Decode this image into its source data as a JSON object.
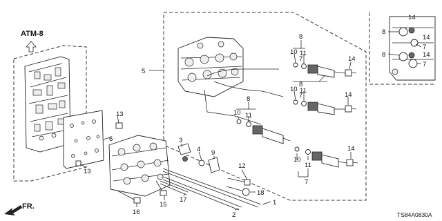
{
  "header": {
    "group_code": "ATM-8",
    "front_label": "FR.",
    "drawing_code": "TS84A0830A"
  },
  "callouts": [
    {
      "id": "c1",
      "label": "1"
    },
    {
      "id": "c2",
      "label": "2"
    },
    {
      "id": "c3",
      "label": "3"
    },
    {
      "id": "c4",
      "label": "4"
    },
    {
      "id": "c5",
      "label": "5"
    },
    {
      "id": "c6",
      "label": "6"
    },
    {
      "id": "c7a",
      "label": "7"
    },
    {
      "id": "c7b",
      "label": "7"
    },
    {
      "id": "c7c",
      "label": "7"
    },
    {
      "id": "c7d",
      "label": "7"
    },
    {
      "id": "c7e",
      "label": "7"
    },
    {
      "id": "c8a",
      "label": "8"
    },
    {
      "id": "c8b",
      "label": "8"
    },
    {
      "id": "c8c",
      "label": "8"
    },
    {
      "id": "c8d",
      "label": "8"
    },
    {
      "id": "c8e",
      "label": "8"
    },
    {
      "id": "c9",
      "label": "9"
    },
    {
      "id": "c10a",
      "label": "10"
    },
    {
      "id": "c10b",
      "label": "10"
    },
    {
      "id": "c10c",
      "label": "10"
    },
    {
      "id": "c10d",
      "label": "10"
    },
    {
      "id": "c11a",
      "label": "11"
    },
    {
      "id": "c11b",
      "label": "11"
    },
    {
      "id": "c11c",
      "label": "11"
    },
    {
      "id": "c11d",
      "label": "11"
    },
    {
      "id": "c12",
      "label": "12"
    },
    {
      "id": "c13a",
      "label": "13"
    },
    {
      "id": "c13b",
      "label": "13"
    },
    {
      "id": "c14a",
      "label": "14"
    },
    {
      "id": "c14b",
      "label": "14"
    },
    {
      "id": "c14c",
      "label": "14"
    },
    {
      "id": "c14d",
      "label": "14"
    },
    {
      "id": "c14e",
      "label": "14"
    },
    {
      "id": "c14f",
      "label": "14"
    },
    {
      "id": "c15",
      "label": "15"
    },
    {
      "id": "c16",
      "label": "16"
    },
    {
      "id": "c17",
      "label": "17"
    },
    {
      "id": "c18",
      "label": "18"
    }
  ]
}
